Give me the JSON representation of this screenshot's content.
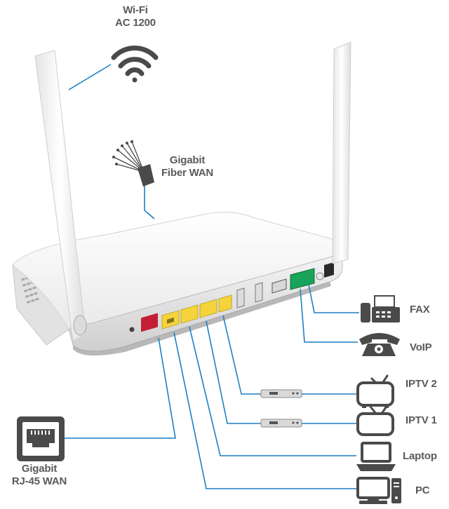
{
  "labels": {
    "wifi_line1": "Wi-Fi",
    "wifi_line2": "AC 1200",
    "fiber_line1": "Gigabit",
    "fiber_line2": "Fiber WAN",
    "rj45_line1": "Gigabit",
    "rj45_line2": "RJ-45 WAN",
    "fax": "FAX",
    "voip": "VoIP",
    "iptv2": "IPTV 2",
    "iptv1": "IPTV 1",
    "laptop": "Laptop",
    "pc": "PC"
  },
  "colors": {
    "line": "#1d7fc4",
    "icon": "#4a4a4a",
    "router_body": "#f2f2f2",
    "port_yellow": "#f4d43a",
    "port_red": "#c21f35",
    "port_green": "#1aa35a"
  },
  "icons": [
    "wifi-icon",
    "fiber-cable-icon",
    "rj45-port-icon",
    "fax-icon",
    "phone-icon",
    "tv-icon",
    "set-top-box-icon",
    "laptop-icon",
    "pc-icon"
  ]
}
